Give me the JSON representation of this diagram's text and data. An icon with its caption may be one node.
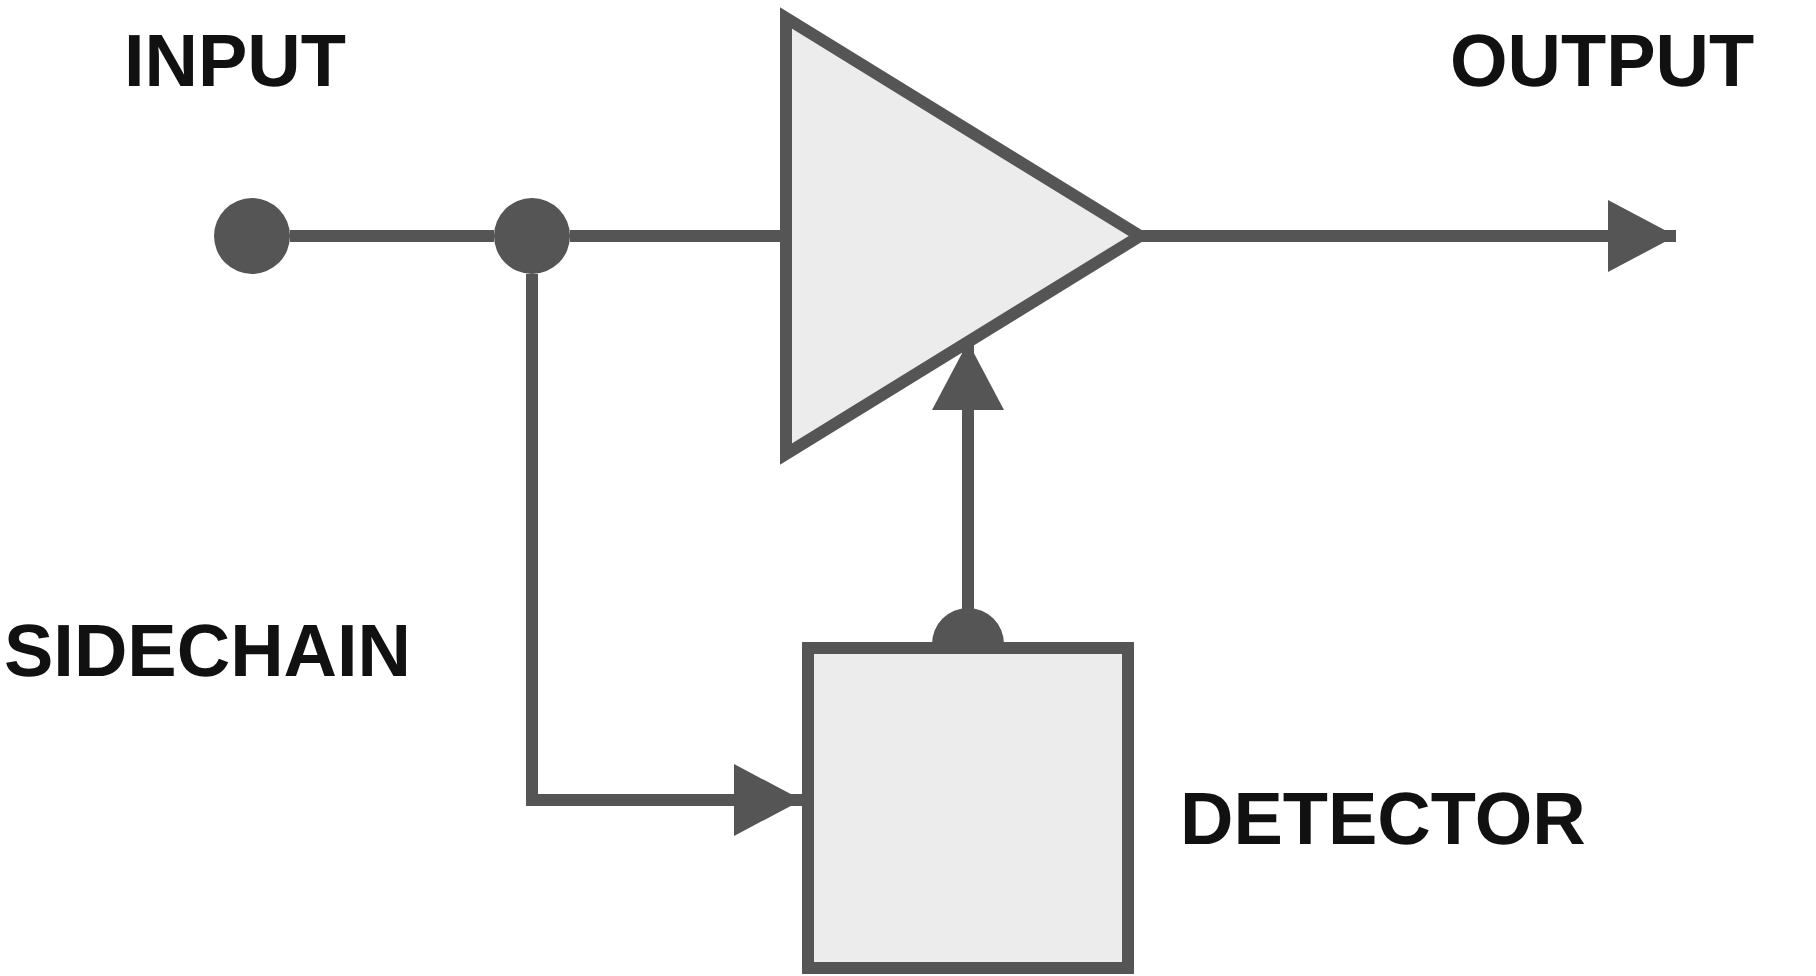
{
  "diagram": {
    "nodes": [
      {
        "text": [],
        "shape": "circle",
        "beside": [
          "INPUT"
        ]
      },
      {
        "text": [],
        "shape": "circle"
      },
      {
        "text": [],
        "shape": "triangle"
      },
      {
        "text": [],
        "shape": "box",
        "beside": [
          "DETECTOR"
        ]
      }
    ],
    "edges": [
      {
        "from": 0,
        "to": 1,
        "arrow": "none"
      },
      {
        "from": 1,
        "to": 2,
        "arrow": "none"
      },
      {
        "from": 1,
        "to": 3,
        "arrow": "to",
        "label": "SIDECHAIN"
      },
      {
        "from": 2,
        "to": null,
        "arrow": "to",
        "label": "OUTPUT"
      },
      {
        "from": 3,
        "to": 2,
        "arrow": "to"
      }
    ]
  }
}
